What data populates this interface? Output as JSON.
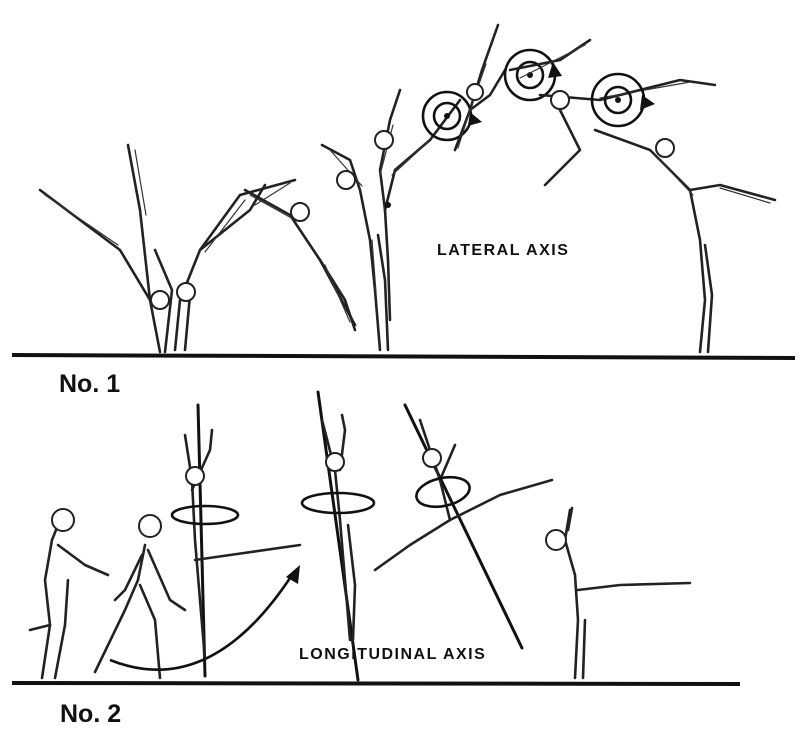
{
  "panels": [
    {
      "label": "No. 1",
      "axis_label": "LATERAL  AXIS"
    },
    {
      "label": "No. 2",
      "axis_label": "LONGITUDINAL  AXIS"
    }
  ],
  "colors": {
    "ink": "#111111",
    "background": "#ffffff"
  }
}
